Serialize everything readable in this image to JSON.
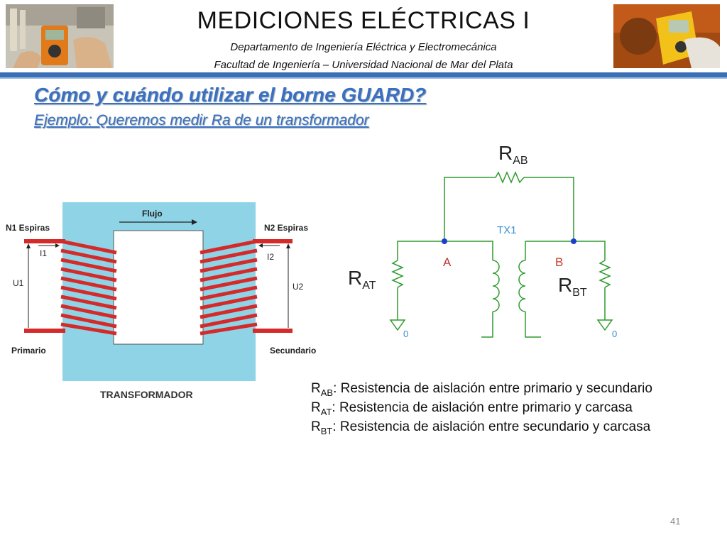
{
  "header": {
    "title": "MEDICIONES ELÉCTRICAS I",
    "subtitle_line1": "Departamento de Ingeniería Eléctrica y Electromecánica",
    "subtitle_line2": "Facultad de Ingeniería – Universidad Nacional de Mar del Plata",
    "accent_color": "#3b6fb6"
  },
  "slide": {
    "title": "Cómo y cuándo utilizar el borne GUARD?",
    "subtitle": "Ejemplo: Queremos medir Ra de un transformador",
    "title_color": "#3a6fc4"
  },
  "transformer": {
    "label_n1": "N1 Espiras",
    "label_n2": "N2 Espiras",
    "label_flujo": "Flujo",
    "label_i1": "I1",
    "label_i2": "I2",
    "label_u1": "U1",
    "label_u2": "U2",
    "label_primario": "Primario",
    "label_secundario": "Secundario",
    "caption": "TRANSFORMADOR",
    "core_color": "#8fd3e6",
    "winding_color": "#d42a2a"
  },
  "circuit": {
    "tx_label": "TX1",
    "node_a": "A",
    "node_b": "B",
    "ground_left": "0",
    "ground_right": "0",
    "r_ab_main": "R",
    "r_ab_sub": "AB",
    "r_at_main": "R",
    "r_at_sub": "AT",
    "r_bt_main": "R",
    "r_bt_sub": "BT",
    "wire_color": "#2e9b2e",
    "node_color": "#1a3fd0"
  },
  "legend": [
    {
      "sym": "R",
      "sub": "AB",
      "text": ": Resistencia de aislación entre primario y secundario"
    },
    {
      "sym": "R",
      "sub": "AT",
      "text": ": Resistencia de aislación entre primario y carcasa"
    },
    {
      "sym": "R",
      "sub": "BT",
      "text": ": Resistencia de aislación entre secundario y carcasa"
    }
  ],
  "page_number": "41"
}
